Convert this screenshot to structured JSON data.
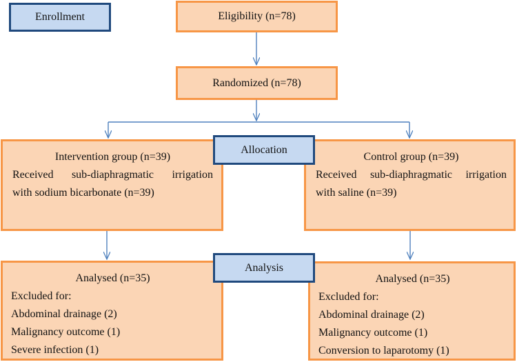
{
  "stages": {
    "enrollment": "Enrollment",
    "allocation": "Allocation",
    "analysis": "Analysis"
  },
  "eligibility": "Eligibility (n=78)",
  "randomized": "Randomized (n=78)",
  "intervention": {
    "title": "Intervention group (n=39)",
    "line1": "Received sub-diaphragmatic irrigation",
    "line2": "with sodium bicarbonate (n=39)"
  },
  "control": {
    "title": "Control group (n=39)",
    "line1": "Received sub-diaphragmatic irrigation",
    "line2": "with saline (n=39)"
  },
  "analysis_left": {
    "title": "Analysed (n=35)",
    "excluded": "Excluded for:",
    "reasons": [
      "Abdominal drainage (2)",
      "Malignancy outcome (1)",
      "Severe infection (1)"
    ]
  },
  "analysis_right": {
    "title": "Analysed (n=35)",
    "excluded": "Excluded for:",
    "reasons": [
      "Abdominal drainage (2)",
      "Malignancy outcome (1)",
      "Conversion to laparotomy (1)"
    ]
  },
  "colors": {
    "box_fill": "#fbd5b5",
    "box_border": "#f79646",
    "stage_fill": "#c6d9f1",
    "stage_border": "#1f497d",
    "arrow": "#4f81bd"
  }
}
